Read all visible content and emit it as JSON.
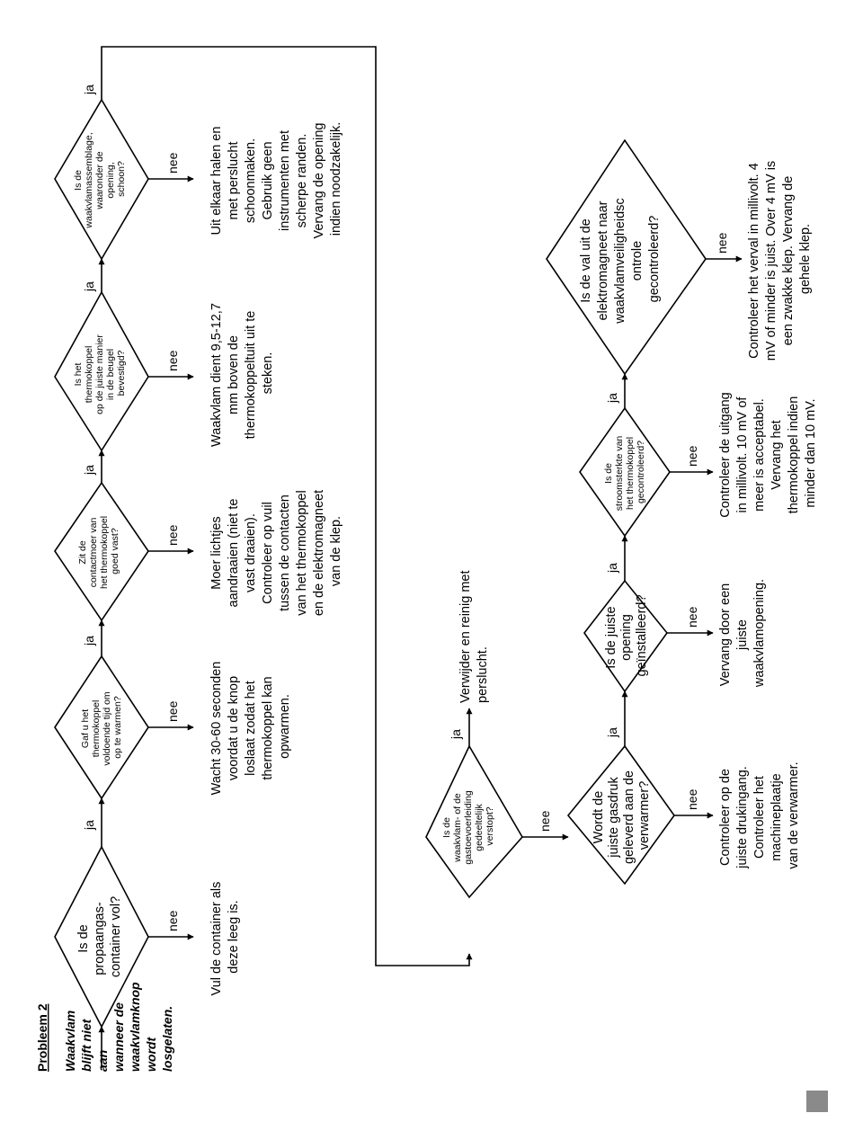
{
  "title": "Probleem 2",
  "problem": [
    "Waakvlam",
    "blijft niet",
    "aan",
    "wanneer de",
    "waakvlamknop",
    "wordt",
    "losgelaten."
  ],
  "labels": {
    "yes": "ja",
    "no": "nee"
  },
  "top_row": {
    "decisions": [
      {
        "id": "propaan",
        "lines": [
          "Is de",
          "propaangas-",
          "container vol?"
        ]
      },
      {
        "id": "opwarmen",
        "lines": [
          "Gaf u het",
          "thermokoppel",
          "voldoende tijd om",
          "op te warmen?"
        ]
      },
      {
        "id": "contactmoer",
        "lines": [
          "Zit de",
          "contactmoer van",
          "het thermokoppel",
          "goed vast?"
        ]
      },
      {
        "id": "beugel",
        "lines": [
          "Is het",
          "thermokoppel",
          "op de juiste manier",
          "in de beugel",
          "bevestigd?"
        ]
      },
      {
        "id": "assemblage",
        "lines": [
          "Is de",
          "waakvlamassemblage,",
          "waaronder de",
          "opening,",
          "schoon?"
        ]
      }
    ],
    "actions": [
      {
        "id": "container",
        "lines": [
          "Vul de container als",
          "deze leeg is."
        ]
      },
      {
        "id": "wacht",
        "lines": [
          "Wacht 30-60 seconden",
          "voordat u de knop",
          "loslaat zodat het",
          "thermokoppel kan",
          "opwarmen."
        ]
      },
      {
        "id": "moer",
        "lines": [
          "Moer lichtjes",
          "aandraaien (niet te",
          "vast draaien).",
          "Controleer op vuil",
          "tussen de contacten",
          "van het thermokoppel",
          "en de elektromagneet",
          "van de klep."
        ]
      },
      {
        "id": "waakvlam-mm",
        "lines": [
          "Waakvlam dient 9,5-12,7",
          "mm boven de",
          "thermokoppeltuit uit te",
          "steken."
        ]
      },
      {
        "id": "schoonmaken",
        "lines": [
          "Uit elkaar halen en",
          "met perslucht",
          "schoonmaken.",
          "Gebruik geen",
          "instrumenten met",
          "scherpe randen.",
          "Vervang de opening",
          "indien noodzakelijk."
        ]
      }
    ]
  },
  "bottom_row": {
    "blocked": {
      "decision": [
        "Is de",
        "waakvlam- of de",
        "gastoevoerleiding",
        "gedeeltelijk",
        "verstopt?"
      ],
      "action": [
        "Verwijder en reinig met",
        "perslucht."
      ]
    },
    "decisions": [
      {
        "id": "gasdruk",
        "lines": [
          "Wordt de",
          "juiste gasdruk",
          "geleverd aan de",
          "verwarmer?"
        ]
      },
      {
        "id": "opening",
        "lines": [
          "Is de juiste",
          "opening",
          "geïnstalleerd?"
        ]
      },
      {
        "id": "stroomsterkte",
        "lines": [
          "Is de",
          "stroomsterkte van",
          "het thermokoppel",
          "gecontroleerd?"
        ]
      },
      {
        "id": "val",
        "lines": [
          "Is de val uit de",
          "elektromagneet naar",
          "waakvlamveiligheidsc",
          "ontrole",
          "gecontroleerd?"
        ]
      }
    ],
    "actions": [
      {
        "id": "drukingang",
        "lines": [
          "Controleer op de",
          "juiste drukingang.",
          "Controleer het",
          "machineplaatje",
          "van de verwarmer."
        ]
      },
      {
        "id": "vervang-opening",
        "lines": [
          "Vervang door een",
          "juiste",
          "waakvlamopening."
        ]
      },
      {
        "id": "millivolt",
        "lines": [
          "Controleer de uitgang",
          "in millivolt. 10 mV of",
          "meer is acceptabel.",
          "Vervang het",
          "thermokoppel indien",
          "minder dan 10 mV."
        ]
      },
      {
        "id": "verval",
        "lines": [
          "Controleer het verval in millivolt. 4",
          "mV of minder is juist. Over 4 mV is",
          "een zwakke klep. Vervang de",
          "gehele klep."
        ]
      }
    ]
  }
}
